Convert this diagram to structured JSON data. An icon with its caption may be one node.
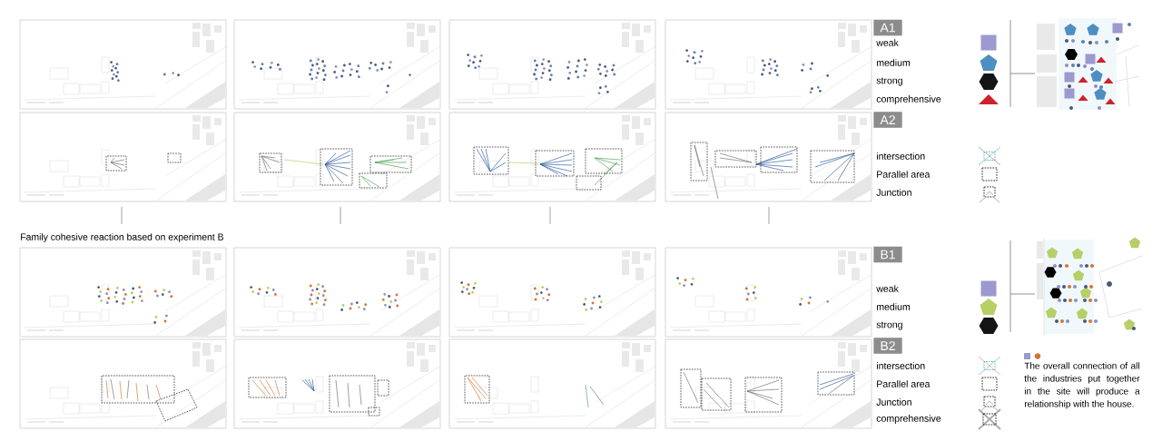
{
  "diagram": {
    "nodes": [
      {
        "text": [
          "A1"
        ]
      },
      {
        "text": [
          "A2"
        ]
      },
      {
        "text": [
          "B1"
        ]
      },
      {
        "text": [
          "B2"
        ]
      }
    ],
    "labels": [
      "Family cohesive reaction based on experiment B",
      "The overall connection of all the industries put together in the site will produce a relationship with the house."
    ],
    "legend": [
      {
        "text": "weak",
        "color": "#9c99cf"
      },
      {
        "text": "medium",
        "color": "#4d8fc1"
      },
      {
        "text": "strong",
        "color": "#141414"
      },
      {
        "text": "comprehensive",
        "color": "#cf1f2a"
      },
      {
        "text": "intersection"
      },
      {
        "text": "Parallel area"
      },
      {
        "text": "Junction"
      },
      {
        "text": "weak",
        "color": "#9c99cf"
      },
      {
        "text": "medium",
        "color": "#b6cf67"
      },
      {
        "text": "strong",
        "color": "#141414"
      },
      {
        "text": "intersection"
      },
      {
        "text": "Parallel area"
      },
      {
        "text": "Junction"
      },
      {
        "text": "comprehensive"
      }
    ]
  }
}
